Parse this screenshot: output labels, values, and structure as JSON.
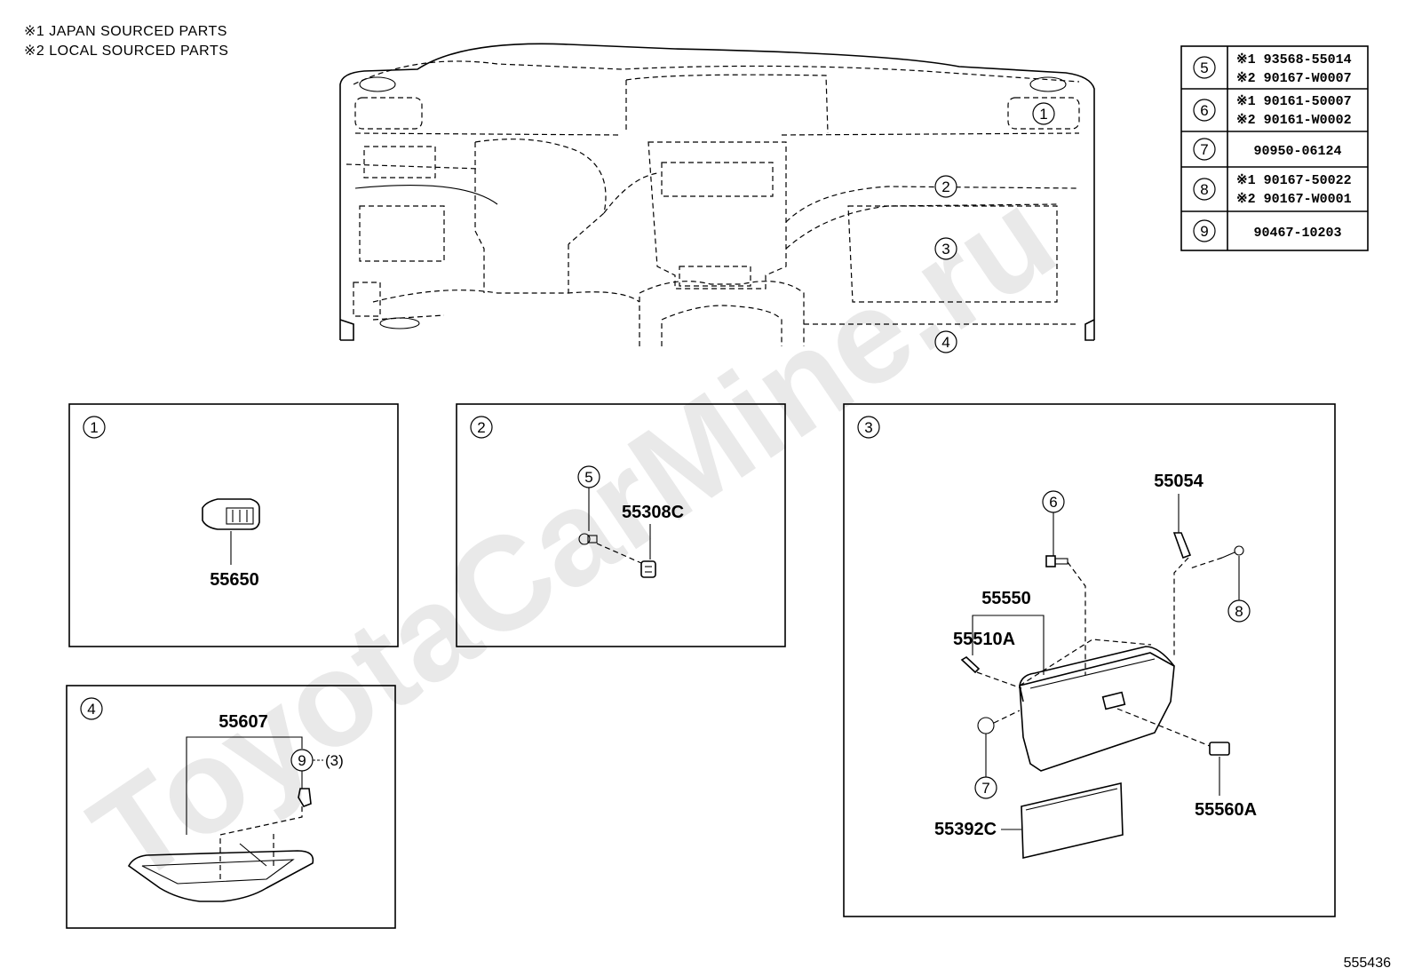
{
  "watermark": "ToyotaCarMine.ru",
  "legend": {
    "line1": "※1 JAPAN SOURCED PARTS",
    "line2": "※2 LOCAL SOURCED PARTS"
  },
  "overview_labels": [
    "1",
    "2",
    "3",
    "4"
  ],
  "parts_table": [
    {
      "ref": "5",
      "line1": "※1 93568-55014",
      "line2": "※2 90167-W0007"
    },
    {
      "ref": "6",
      "line1": "※1 90161-50007",
      "line2": "※2 90161-W0002"
    },
    {
      "ref": "7",
      "line1": "90950-06124",
      "line2": ""
    },
    {
      "ref": "8",
      "line1": "※1 90167-50022",
      "line2": "※2 90167-W0001"
    },
    {
      "ref": "9",
      "line1": "90467-10203",
      "line2": ""
    }
  ],
  "panel1": {
    "ref": "1",
    "parts": [
      "55650"
    ]
  },
  "panel2": {
    "ref": "2",
    "callout": "5",
    "parts": [
      "55308C"
    ]
  },
  "panel3": {
    "ref": "3",
    "callouts": [
      "6",
      "8",
      "7"
    ],
    "parts": [
      "55054",
      "55550",
      "55510A",
      "55392C",
      "55560A"
    ]
  },
  "panel4": {
    "ref": "4",
    "callout": "9",
    "qty": "(3)",
    "parts": [
      "55607"
    ]
  },
  "diagram_id": "555436"
}
